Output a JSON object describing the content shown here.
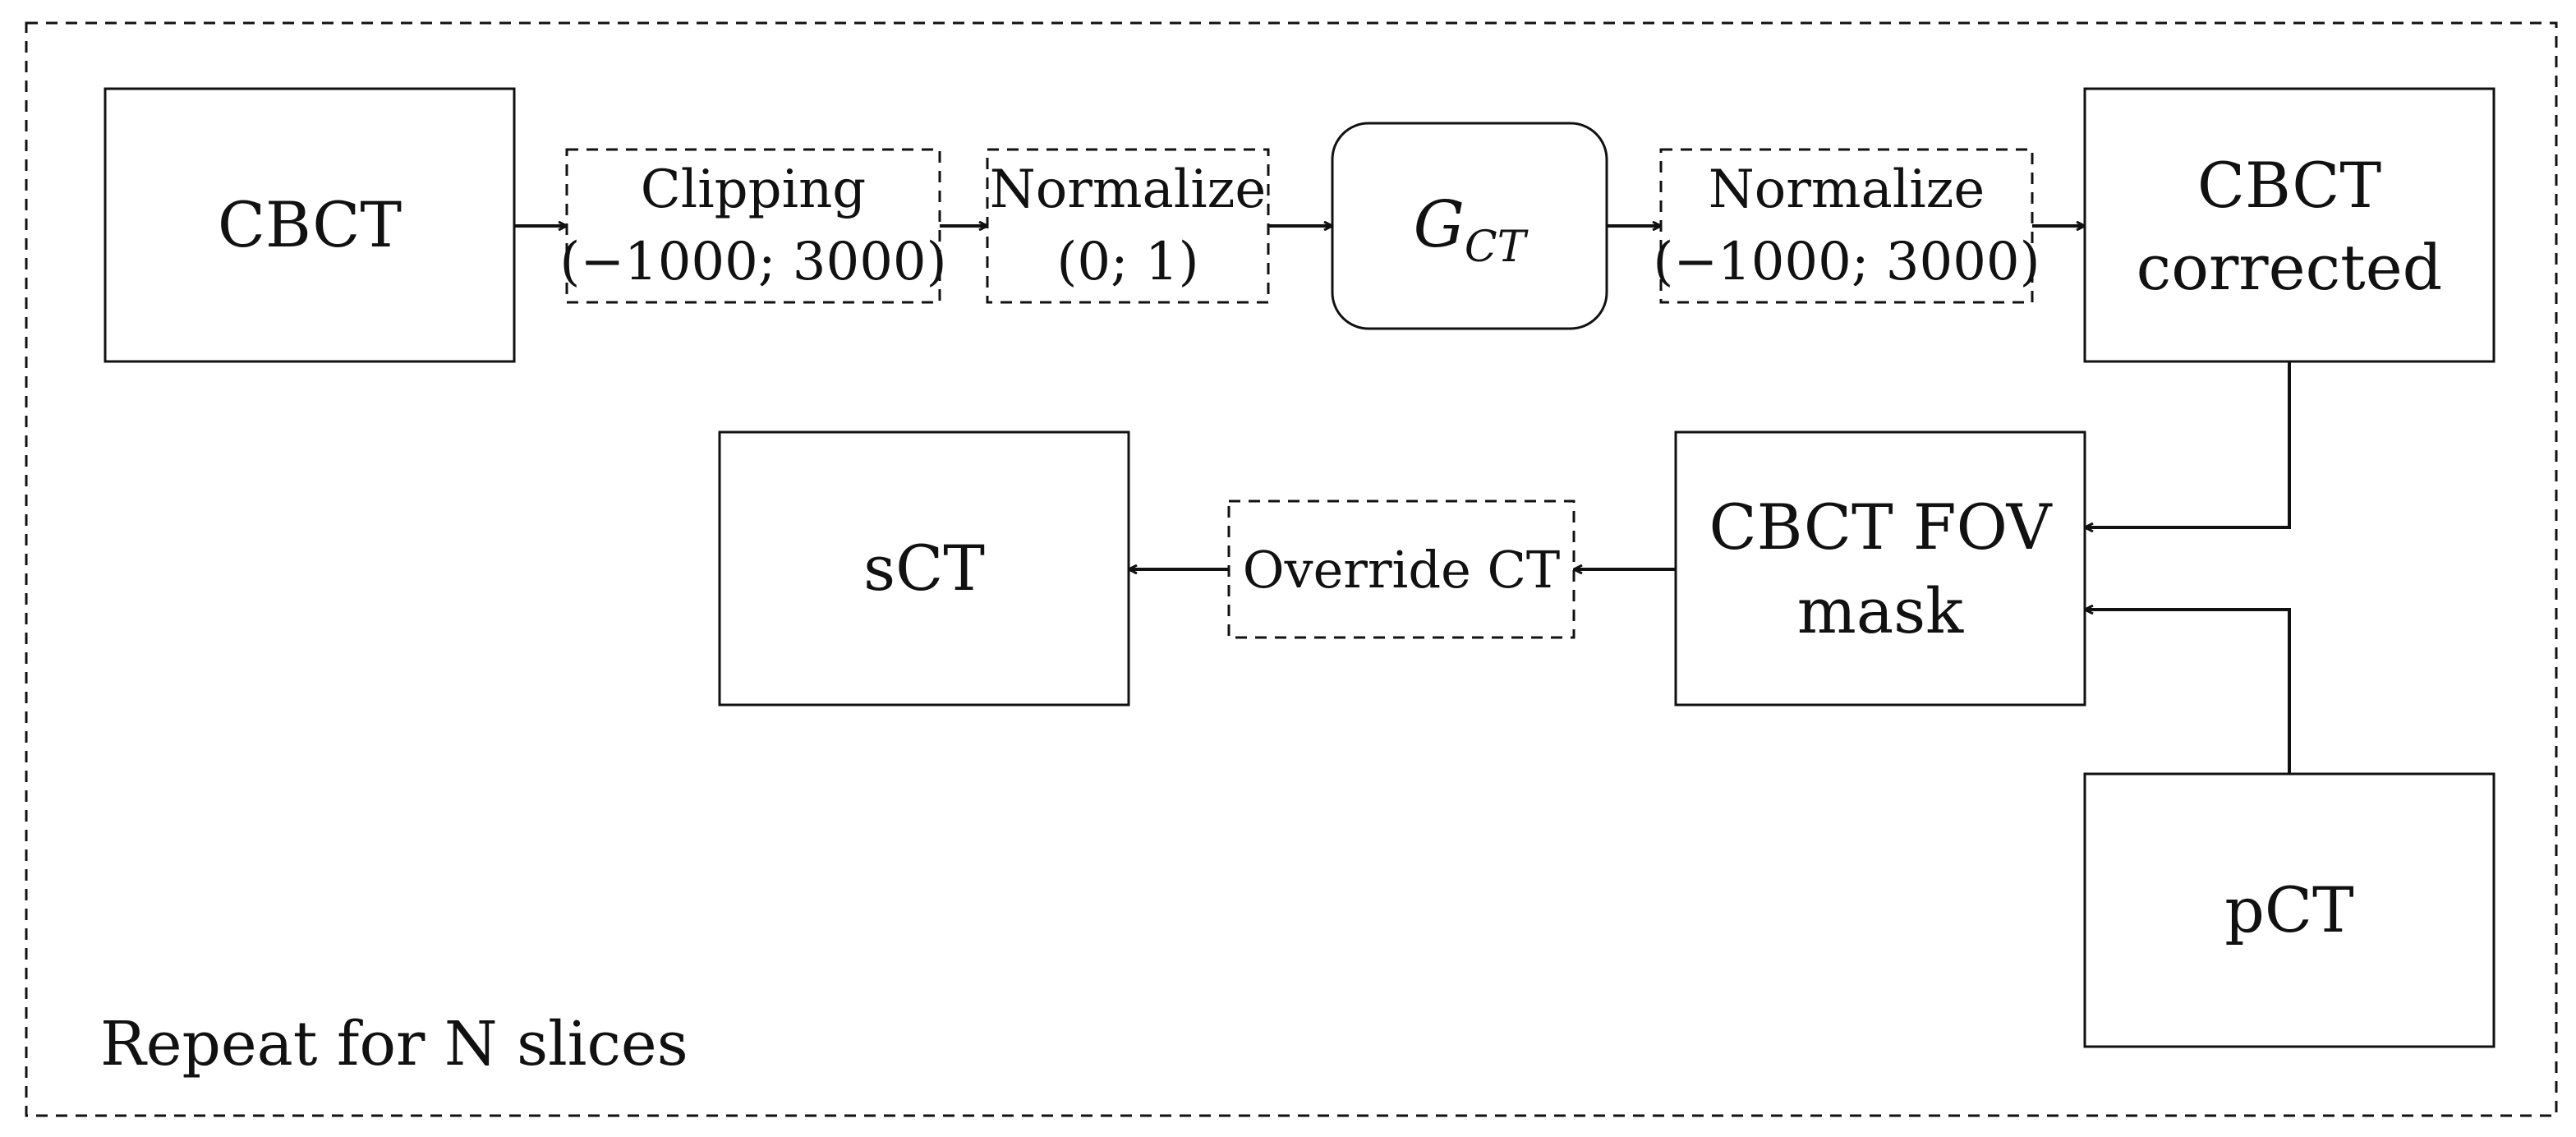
{
  "frame": {
    "label": "Repeat for N slices"
  },
  "nodes": {
    "cbct": {
      "label": "CBCT"
    },
    "clipping": {
      "line1": "Clipping",
      "line2": "(−1000; 3000)"
    },
    "normalize1": {
      "line1": "Normalize",
      "line2": "(0; 1)"
    },
    "generator": {
      "symbol": "G",
      "subscript": "CT"
    },
    "normalize2": {
      "line1": "Normalize",
      "line2": "(−1000; 3000)"
    },
    "cbct_corrected": {
      "line1": "CBCT",
      "line2": "corrected"
    },
    "fov_mask": {
      "line1": "CBCT FOV",
      "line2": "mask"
    },
    "override": {
      "label": "Override CT"
    },
    "sct": {
      "label": "sCT"
    },
    "pct": {
      "label": "pCT"
    }
  },
  "colors": {
    "stroke": "#111111",
    "background": "#ffffff"
  }
}
